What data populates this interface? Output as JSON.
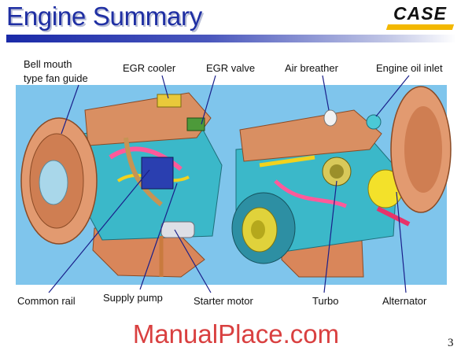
{
  "title": "Engine Summary",
  "logo": "CASE",
  "labels": {
    "bell_mouth_1": "Bell mouth",
    "bell_mouth_2": "type fan guide",
    "egr_cooler": "EGR cooler",
    "egr_valve": "EGR valve",
    "air_breather": "Air breather",
    "engine_oil_inlet": "Engine oil inlet",
    "common_rail": "Common rail",
    "supply_pump": "Supply pump",
    "starter_motor": "Starter  motor",
    "turbo": "Turbo",
    "alternator": "Alternator"
  },
  "watermark": "ManualPlace.com",
  "page_number": "3",
  "colors": {
    "title": "#1f2fa3",
    "panel": "#7fc5ec",
    "logo_accent": "#f3b800",
    "watermark": "#d94040"
  }
}
